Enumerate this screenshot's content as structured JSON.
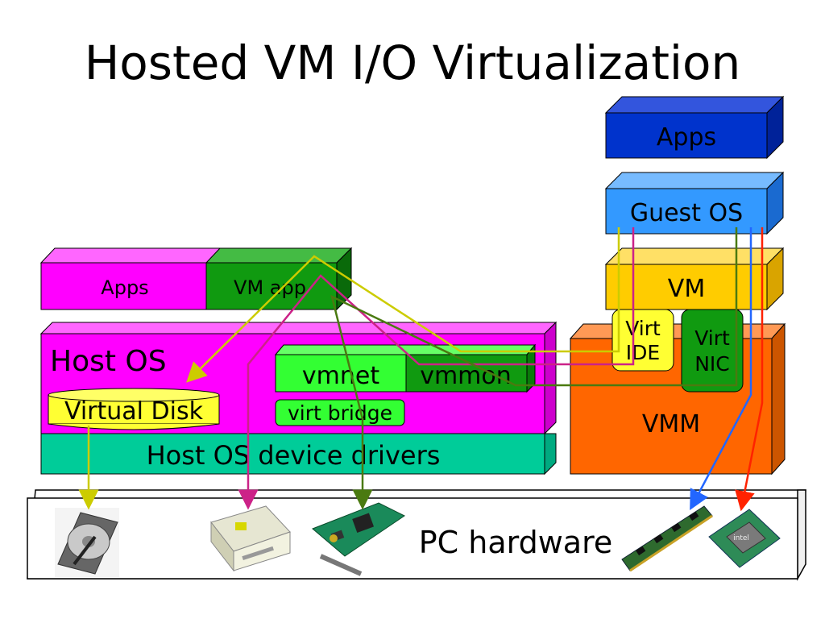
{
  "title": "Hosted VM I/O Virtualization",
  "host": {
    "apps": "Apps",
    "vm_app": "VM app",
    "host_os": "Host OS",
    "virtual_disk": "Virtual Disk",
    "vmnet": "vmnet",
    "vmmon": "vmmon",
    "virt_bridge": "virt bridge",
    "device_drivers": "Host OS device drivers"
  },
  "guest": {
    "apps": "Apps",
    "guest_os": "Guest OS",
    "vm": "VM",
    "vmm": "VMM",
    "virt_ide_1": "Virt",
    "virt_ide_2": "IDE",
    "virt_nic_1": "Virt",
    "virt_nic_2": "NIC"
  },
  "hardware": {
    "label": "PC hardware"
  },
  "colors": {
    "magenta": "#ff00ff",
    "dark_green": "#109a10",
    "bright_green": "#00ff00",
    "teal": "#00cc99",
    "orange": "#ff6600",
    "yellow": "#ffcc00",
    "light_blue": "#3399ff",
    "navy": "#0033cc",
    "line_yellow": "#cccc00",
    "line_magenta": "#cc2288",
    "line_olive": "#4a7a10",
    "line_blue": "#2266ff",
    "line_red": "#ff2200"
  }
}
